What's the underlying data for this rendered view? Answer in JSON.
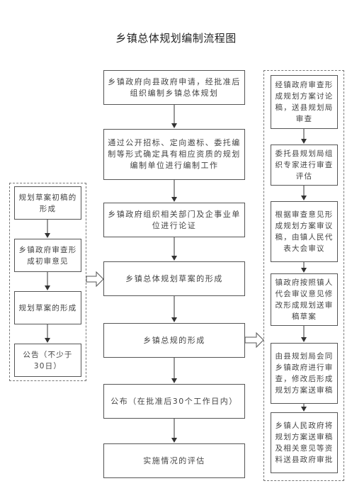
{
  "title": "乡镇总体规划编制流程图",
  "main_steps": [
    "乡镇政府向县政府申请，经批准后组织编制乡镇总体规划",
    "通过公开招标、定向邀标、委托编制等形式确定具有相应资质的规划编制单位进行编制工作",
    "乡镇政府组织相关部门及企事业单位进行论证",
    "乡镇总体规划草案的形成",
    "乡镇总规的形成",
    "公布（在批准后30个工作日内）",
    "实施情况的评估"
  ],
  "left_steps": [
    "规划草案初稿的形成",
    "乡镇政府审查形成初审意见",
    "规划草案的形成",
    "公告（不少于30日）"
  ],
  "right_steps": [
    "经镇政府审查形成规划方案讨论稿，送县规划局审查",
    "委托县规划局组织专家进行审查评估",
    "根据审查意见形成规划方案审议稿，由镇人民代表大会审议",
    "镇政府按照镇人代会审议意见修改形成规划送审稿草案",
    "由县规划局会同乡镇政府进行审查，修改后形成规划方案送审稿",
    "乡镇人民政府将规划方案送审稿及相关意见等资料送县政府审批"
  ]
}
